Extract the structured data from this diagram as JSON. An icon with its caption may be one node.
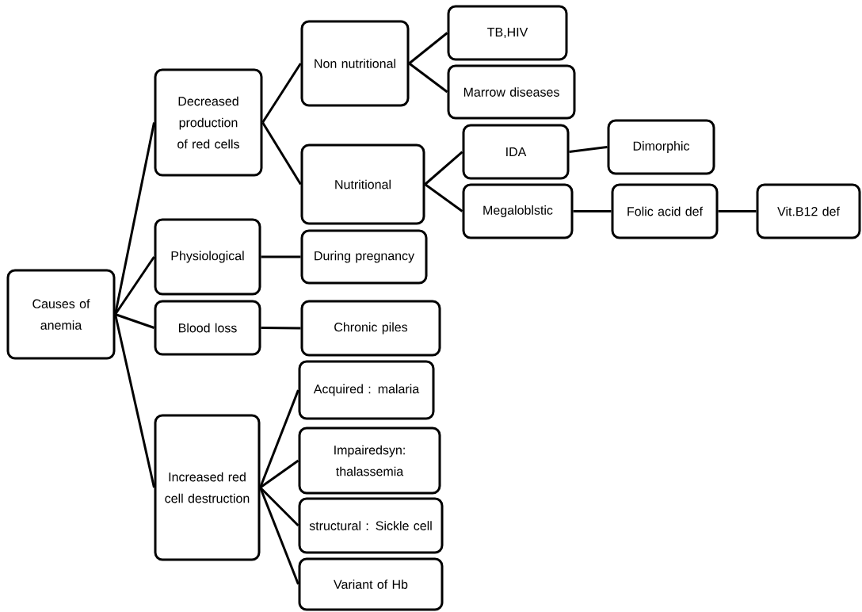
{
  "diagram": {
    "nodes": [
      {
        "text": [
          "Causes of anemia"
        ]
      },
      {
        "text": [
          "Decreased production of red cells"
        ]
      },
      {
        "text": [
          "Non nutritional"
        ]
      },
      {
        "text": [
          "TB,HIV"
        ]
      },
      {
        "text": [
          "Marrow diseases"
        ]
      },
      {
        "text": [
          "Nutritional"
        ]
      },
      {
        "text": [
          "IDA"
        ]
      },
      {
        "text": [
          "Dimorphic"
        ]
      },
      {
        "text": [
          "Megaloblstic"
        ]
      },
      {
        "text": [
          "Folic acid def"
        ]
      },
      {
        "text": [
          "Vit.B12 def"
        ]
      },
      {
        "text": [
          "Physiological"
        ]
      },
      {
        "text": [
          "During pregnancy"
        ]
      },
      {
        "text": [
          "Blood loss"
        ]
      },
      {
        "text": [
          "Chronic piles"
        ]
      },
      {
        "text": [
          "Increased red cell destruction"
        ]
      },
      {
        "text": [
          "Acquired : malaria"
        ]
      },
      {
        "text": [
          "Impairedsyn: thalassemia"
        ]
      },
      {
        "text": [
          "structural : Sickle cell"
        ]
      },
      {
        "text": [
          "Variant of Hb"
        ]
      }
    ],
    "edges": [
      {
        "from": 0,
        "to": 1,
        "arrow": "none"
      },
      {
        "from": 1,
        "to": 2,
        "arrow": "none"
      },
      {
        "from": 2,
        "to": 3,
        "arrow": "none"
      },
      {
        "from": 2,
        "to": 4,
        "arrow": "none"
      },
      {
        "from": 1,
        "to": 5,
        "arrow": "none"
      },
      {
        "from": 5,
        "to": 6,
        "arrow": "none"
      },
      {
        "from": 6,
        "to": 7,
        "arrow": "none"
      },
      {
        "from": 5,
        "to": 8,
        "arrow": "none"
      },
      {
        "from": 8,
        "to": 9,
        "arrow": "none"
      },
      {
        "from": 9,
        "to": 10,
        "arrow": "none"
      },
      {
        "from": 0,
        "to": 11,
        "arrow": "none"
      },
      {
        "from": 11,
        "to": 12,
        "arrow": "none"
      },
      {
        "from": 0,
        "to": 13,
        "arrow": "none"
      },
      {
        "from": 13,
        "to": 14,
        "arrow": "none"
      },
      {
        "from": 0,
        "to": 15,
        "arrow": "none"
      },
      {
        "from": 15,
        "to": 16,
        "arrow": "none"
      },
      {
        "from": 15,
        "to": 17,
        "arrow": "none"
      },
      {
        "from": 15,
        "to": 18,
        "arrow": "none"
      },
      {
        "from": 15,
        "to": 19,
        "arrow": "none"
      }
    ]
  }
}
